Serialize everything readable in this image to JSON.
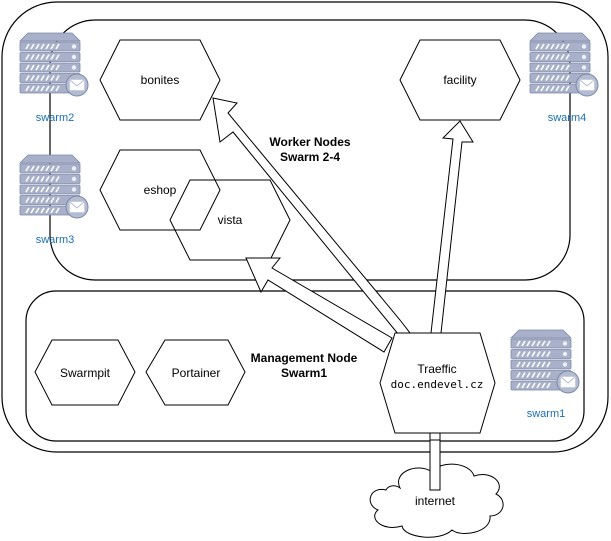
{
  "colors": {
    "stroke": "#000000",
    "server_body": "#8e9ab8",
    "server_light": "#d4d9e6",
    "server_label": "#1a6fb5"
  },
  "containers": {
    "worker": {
      "label_line1": "Worker Nodes",
      "label_line2": "Swarm 2-4"
    },
    "management": {
      "label_line1": "Management Node",
      "label_line2": "Swarm1"
    }
  },
  "services": {
    "bonites": "bonites",
    "facility": "facility",
    "eshop": "eshop",
    "vista": "vista",
    "swarmpit": "Swarmpit",
    "portainer": "Portainer",
    "traefik_name": "Traeffic",
    "traefik_host": "doc.endevel.cz"
  },
  "servers": [
    {
      "label": "swarm2",
      "icon": "server-mail-icon"
    },
    {
      "label": "swarm3",
      "icon": "server-mail-icon"
    },
    {
      "label": "swarm4",
      "icon": "server-mail-icon"
    },
    {
      "label": "swarm1",
      "icon": "server-mail-icon"
    }
  ],
  "cloud": {
    "label": "internet",
    "icon": "cloud-icon"
  },
  "arrows": [
    {
      "from": "internet",
      "to": "Traeffic"
    },
    {
      "from": "Traeffic",
      "to": "bonites"
    },
    {
      "from": "Traeffic",
      "to": "facility"
    },
    {
      "from": "Traeffic",
      "to": "vista"
    }
  ]
}
